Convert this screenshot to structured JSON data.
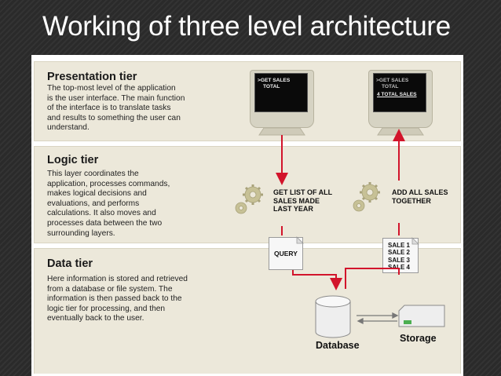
{
  "slide": {
    "title": "Working of three level architecture"
  },
  "presentation": {
    "title": "Presentation tier",
    "desc": [
      "The top-most level of the application",
      "is the user interface. The main function",
      "of the interface is to translate tasks",
      "and results to something the user can",
      "understand."
    ],
    "monitor_left": {
      "line1": ">GET SALES",
      "line2": "TOTAL"
    },
    "monitor_right": {
      "line1": ">GET SALES",
      "line2": "TOTAL",
      "line3": "4 TOTAL SALES"
    }
  },
  "logic": {
    "title": "Logic tier",
    "desc": [
      "This layer coordinates the",
      "application, processes commands,",
      "makes logical decisions and",
      "evaluations, and performs",
      "calculations.  It also moves and",
      "processes data between the two",
      "surrounding layers."
    ],
    "left_label": [
      "GET LIST OF ALL",
      "SALES MADE",
      "LAST YEAR"
    ],
    "right_label": [
      "ADD ALL SALES",
      "TOGETHER"
    ],
    "query": "QUERY",
    "sales": [
      "SALE 1",
      "SALE 2",
      "SALE 3",
      "SALE 4"
    ]
  },
  "data": {
    "title": "Data tier",
    "desc": [
      "Here information is stored and retrieved",
      "from a database or file system.  The",
      "information is then passed back to the",
      "logic tier for processing, and then",
      "eventually back to the user."
    ],
    "database": "Database",
    "storage": "Storage"
  },
  "colors": {
    "arrow": "#d2142b",
    "band": "#ece8da",
    "background": "#2e2e2e"
  }
}
